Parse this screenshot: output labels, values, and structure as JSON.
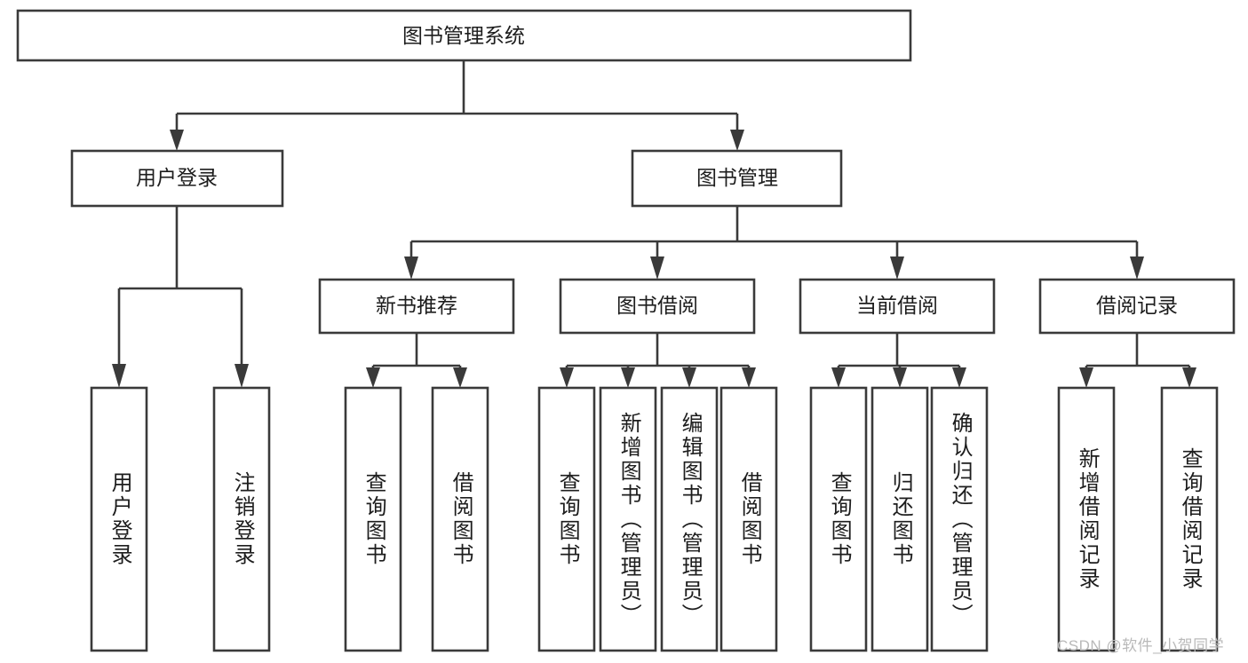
{
  "diagram": {
    "type": "tree-hierarchy",
    "title": "图书管理系统",
    "watermark": "CSDN @软件_小贺同学",
    "colors": {
      "stroke": "#3a3a3a",
      "fill": "#ffffff",
      "text": "#1d1d1d",
      "watermark": "#b9b9b9"
    },
    "root": {
      "label": "图书管理系统"
    },
    "level2": [
      {
        "label": "用户登录"
      },
      {
        "label": "图书管理"
      }
    ],
    "level3": [
      {
        "label": "新书推荐"
      },
      {
        "label": "图书借阅"
      },
      {
        "label": "当前借阅"
      },
      {
        "label": "借阅记录"
      }
    ],
    "leaves": {
      "user_login": [
        {
          "label": "用户登录"
        },
        {
          "label": "注销登录"
        }
      ],
      "new_book_recommend": [
        {
          "label": "查询图书"
        },
        {
          "label": "借阅图书"
        }
      ],
      "book_borrow": [
        {
          "label": "查询图书"
        },
        {
          "label": "新增图书（管理员）"
        },
        {
          "label": "编辑图书（管理员）"
        },
        {
          "label": "借阅图书"
        }
      ],
      "current_borrow": [
        {
          "label": "查询图书"
        },
        {
          "label": "归还图书"
        },
        {
          "label": "确认归还（管理员）"
        }
      ],
      "borrow_record": [
        {
          "label": "新增借阅记录"
        },
        {
          "label": "查询借阅记录"
        }
      ]
    }
  }
}
